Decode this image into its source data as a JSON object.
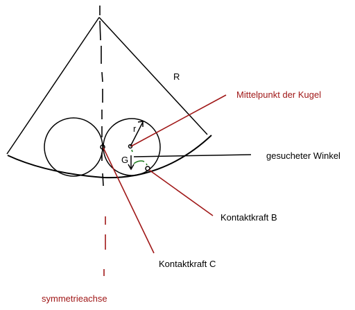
{
  "labels": {
    "big_radius": "R",
    "small_radius": "r",
    "weight": "G",
    "center": "Mittelpunkt der Kugel",
    "angle": "gesucheter Winkel",
    "contact_b": "Kontaktkraft B",
    "contact_c": "Kontaktkraft C",
    "axis": "symmetrieachse"
  },
  "colors": {
    "ink": "#000000",
    "annotation": "#a01818",
    "angle_mark": "#1a7a1a"
  }
}
